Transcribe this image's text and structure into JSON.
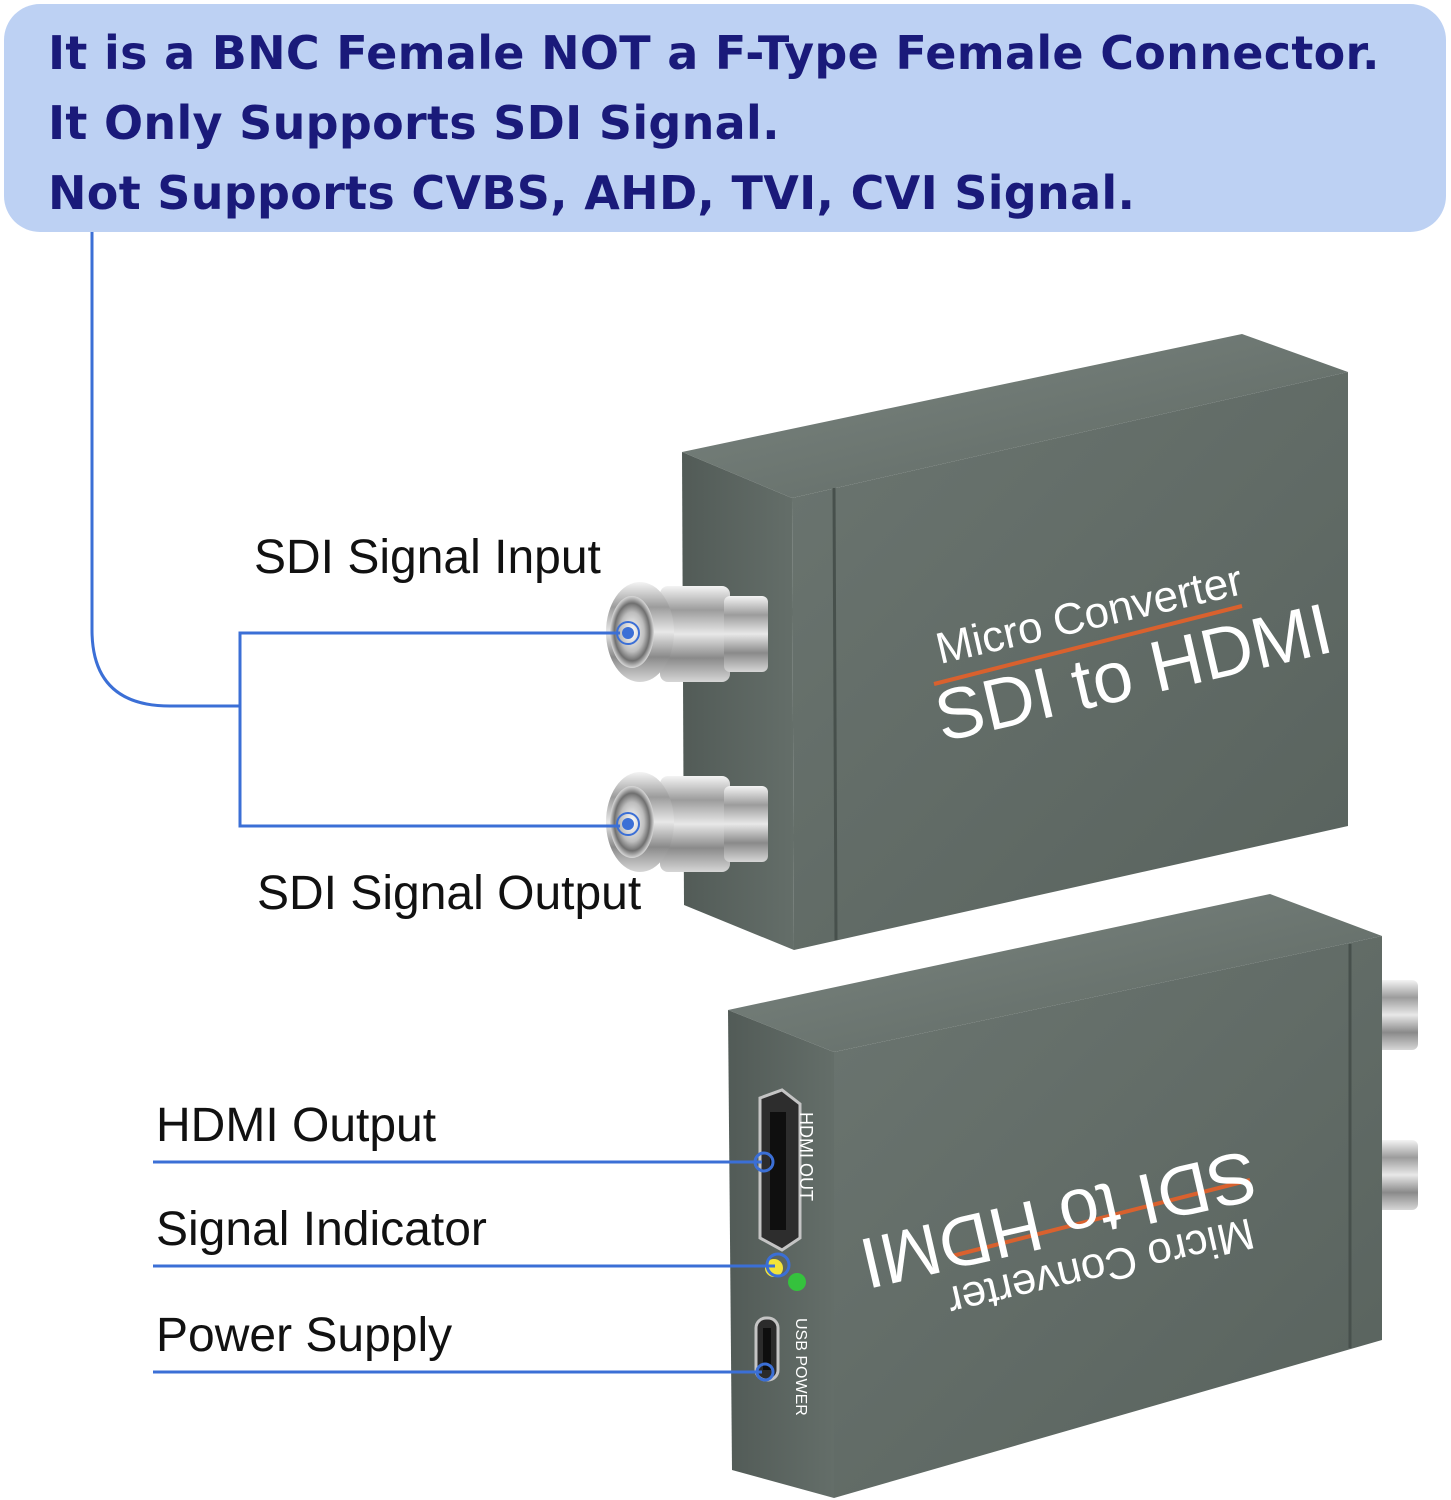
{
  "notice": {
    "lines": [
      "It is a BNC Female NOT a F-Type Female Connector.",
      "It Only Supports SDI Signal.",
      "Not Supports CVBS, AHD, TVI, CVI Signal."
    ]
  },
  "front_device": {
    "brand_line": "Micro Converter",
    "model_line": "SDI to HDMI",
    "port_labels": {
      "input": "SDI Signal Input",
      "output": "SDI Signal Output"
    }
  },
  "back_device": {
    "brand_line": "Micro Converter",
    "model_line": "SDI to HDMI",
    "hdmi_port_print": "HDMI OUT",
    "usb_port_print": "USB POWER",
    "port_labels": {
      "hdmi": "HDMI Output",
      "indicator": "Signal Indicator",
      "power": "Power Supply"
    }
  },
  "colors": {
    "notice_background": "#bdd1f3",
    "notice_text": "#1a1a7a",
    "leader_line": "#3b6fd6",
    "device_body": "#5e6963",
    "accent_stripe": "#d9612e",
    "led_yellow": "#f2e33a",
    "led_green": "#35c23d"
  }
}
